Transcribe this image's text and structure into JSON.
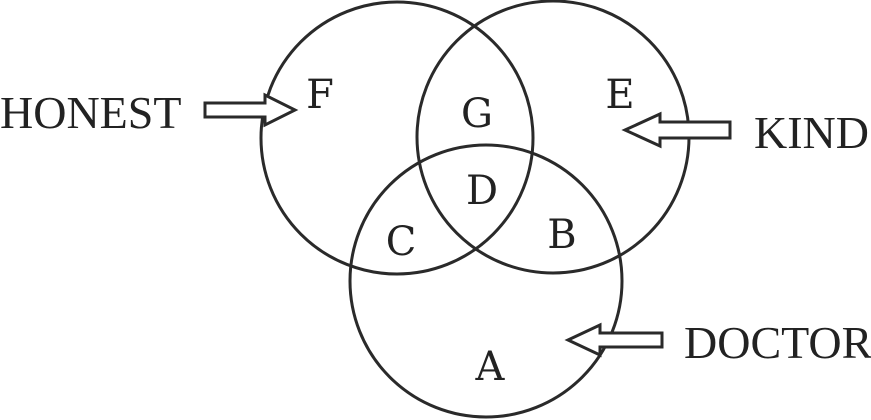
{
  "sets": {
    "honest": "HONEST",
    "kind": "KIND",
    "doctor": "DOCTOR"
  },
  "regions": {
    "a": "A",
    "b": "B",
    "c": "C",
    "d": "D",
    "e": "E",
    "f": "F",
    "g": "G"
  }
}
